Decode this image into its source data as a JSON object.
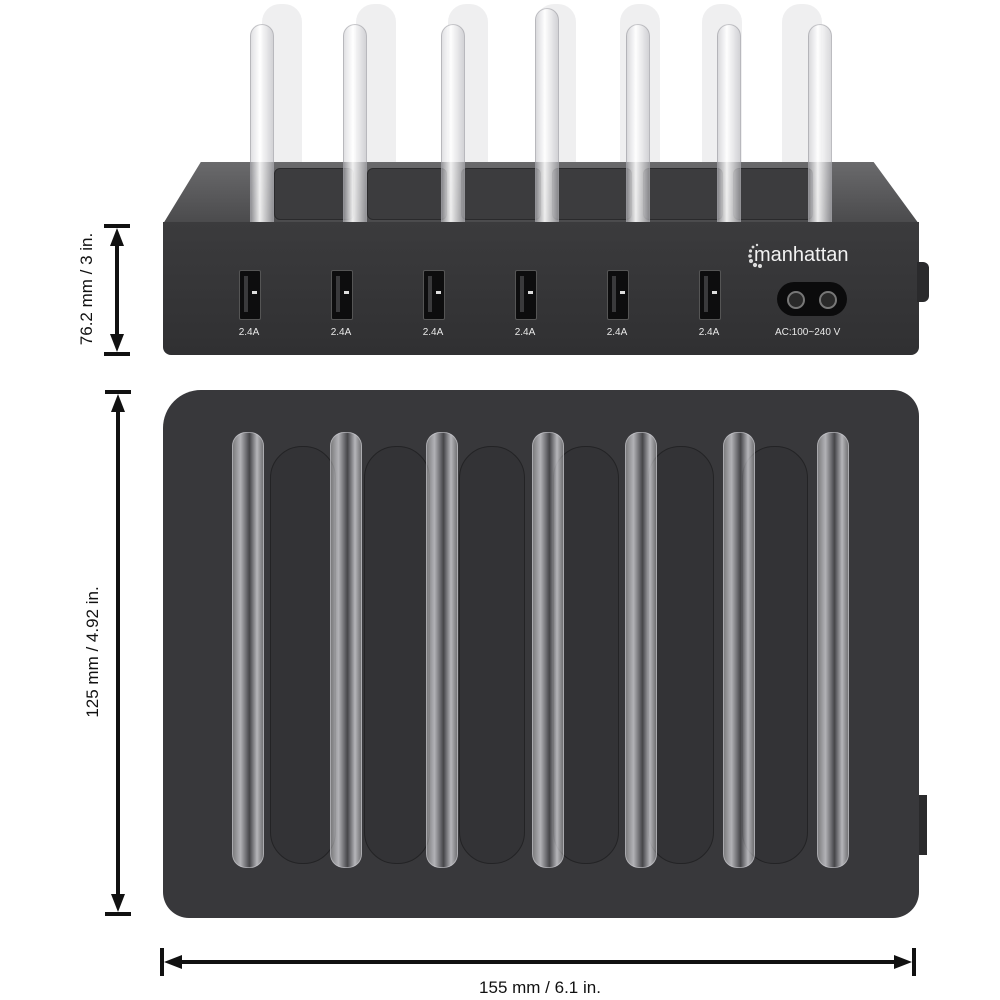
{
  "product": {
    "brand": "manhattan",
    "body_color": "#38383b",
    "port_count": 6,
    "divider_count": 7
  },
  "front_view": {
    "usb_ports": [
      {
        "label": "2.4A"
      },
      {
        "label": "2.4A"
      },
      {
        "label": "2.4A"
      },
      {
        "label": "2.4A"
      },
      {
        "label": "2.4A"
      },
      {
        "label": "2.4A"
      }
    ],
    "ac_input_label": "AC:100~240 V"
  },
  "dimensions": {
    "height": "76.2 mm / 3 in.",
    "depth": "125 mm / 4.92 in.",
    "width": "155 mm / 6.1 in."
  }
}
